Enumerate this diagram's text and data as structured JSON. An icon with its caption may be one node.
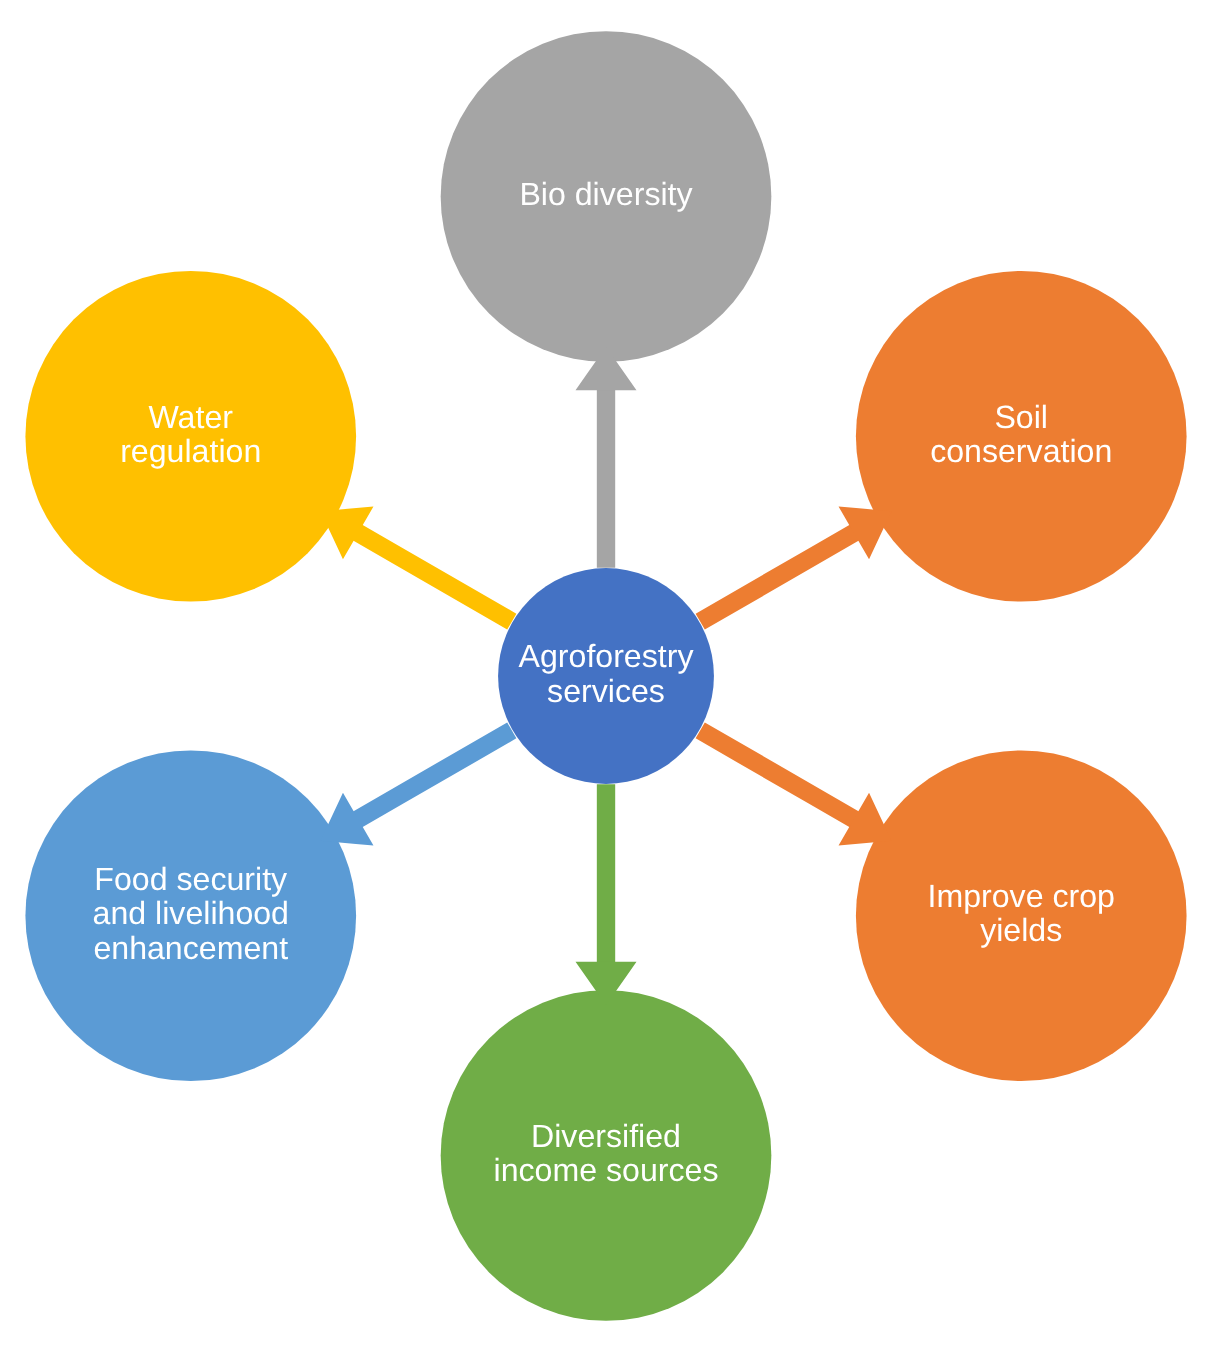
{
  "diagram": {
    "nodes": [
      {
        "text": [
          "Agroforestry services"
        ]
      },
      {
        "text": [
          "Soil conservation"
        ]
      },
      {
        "text": [
          "Bio diversity"
        ]
      },
      {
        "text": [
          "Water regulation"
        ]
      },
      {
        "text": [
          "Food security and livelihood enhancement"
        ]
      },
      {
        "text": [
          "Diversified income sources"
        ]
      },
      {
        "text": [
          "Improve crop yields"
        ]
      }
    ],
    "edges": [
      {
        "from": 0,
        "to": 1,
        "arrow": "to",
        "color": "#ed7d31"
      },
      {
        "from": 0,
        "to": 2,
        "arrow": "to",
        "color": "#a5a5a5"
      },
      {
        "from": 0,
        "to": 3,
        "arrow": "to",
        "color": "#ffc000"
      },
      {
        "from": 0,
        "to": 4,
        "arrow": "to",
        "color": "#5b9bd5"
      },
      {
        "from": 0,
        "to": 5,
        "arrow": "to",
        "color": "#70ad47"
      },
      {
        "from": 0,
        "to": 6,
        "arrow": "to",
        "color": "#ed7d31"
      }
    ]
  }
}
